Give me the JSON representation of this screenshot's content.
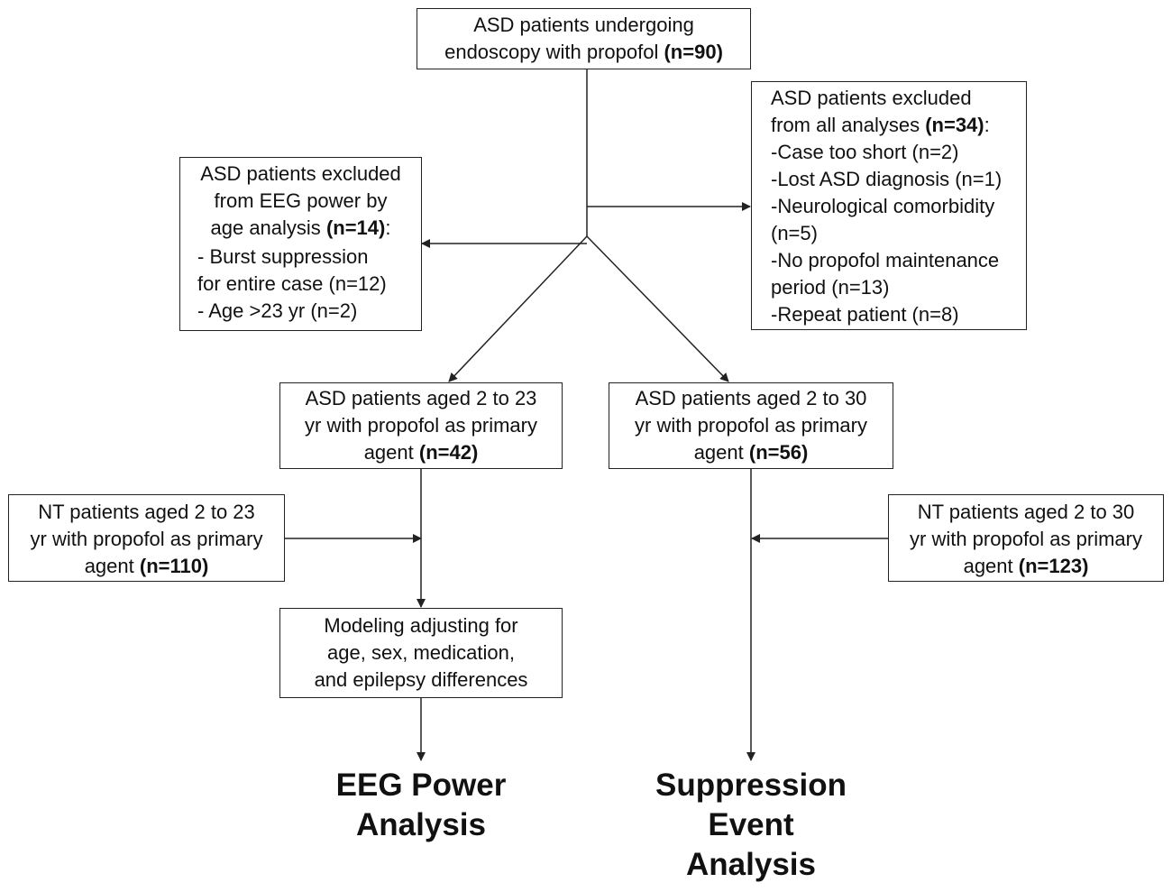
{
  "boxes": {
    "top": {
      "line1": "ASD patients undergoing",
      "line2_text": "endoscopy with propofol",
      "line2_count": "(n=90)"
    },
    "excluded_all": {
      "line1": "ASD patients excluded",
      "line2_text": "from all analyses",
      "line2_count": "(n=34)",
      "line2_suffix": ":",
      "items": [
        "-Case too short (n=2)",
        "-Lost ASD diagnosis (n=1)",
        "-Neurological comorbidity",
        "(n=5)",
        "-No propofol maintenance",
        "period (n=13)",
        "-Repeat patient (n=8)"
      ]
    },
    "excluded_eeg": {
      "line1": "ASD patients excluded",
      "line2": "from EEG power by",
      "line3_text": "age analysis",
      "line3_count": "(n=14)",
      "line3_suffix": ":",
      "items": [
        "- Burst suppression",
        "for entire case (n=12)",
        "- Age >23 yr (n=2)"
      ]
    },
    "asd_2_23": {
      "line1": "ASD patients aged 2 to 23",
      "line2": "yr with propofol as primary",
      "line3_text": "agent",
      "line3_count": "(n=42)"
    },
    "asd_2_30": {
      "line1": "ASD patients aged 2 to 30",
      "line2": "yr with propofol as primary",
      "line3_text": "agent",
      "line3_count": "(n=56)"
    },
    "nt_2_23": {
      "line1": "NT patients aged 2 to 23",
      "line2": "yr with propofol as primary",
      "line3_text": "agent",
      "line3_count": "(n=110)"
    },
    "nt_2_30": {
      "line1": "NT patients aged 2 to 30",
      "line2": "yr with propofol as primary",
      "line3_text": "agent",
      "line3_count": "(n=123)"
    },
    "modeling": {
      "line1": "Modeling adjusting for",
      "line2": "age, sex, medication,",
      "line3": "and epilepsy differences"
    }
  },
  "outcomes": {
    "eeg": {
      "line1": "EEG Power",
      "line2": "Analysis"
    },
    "suppression": {
      "line1": "Suppression",
      "line2": "Event",
      "line3": "Analysis"
    }
  },
  "colors": {
    "line": "#222222",
    "background": "#ffffff"
  }
}
